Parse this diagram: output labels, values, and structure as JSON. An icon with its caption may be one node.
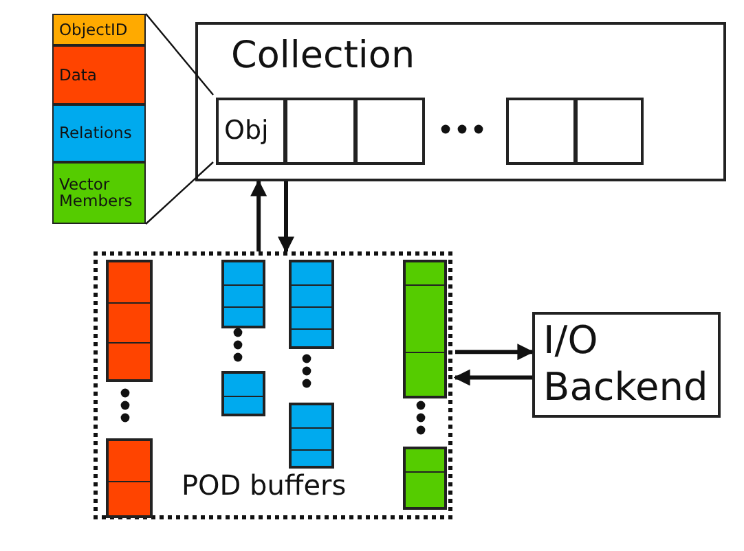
{
  "diagram": {
    "nodes": [
      {
        "text": [],
        "shape": "box"
      },
      {
        "text": [
          "ObjectID"
        ],
        "in": 0
      },
      {
        "text": [
          "Data"
        ],
        "in": 0
      },
      {
        "text": [
          "Relations"
        ],
        "in": 0
      },
      {
        "text": [
          "Vector Members"
        ],
        "in": 0
      },
      {
        "text": [
          "Collection"
        ]
      },
      {
        "text": [
          "Obj"
        ],
        "in": 5
      },
      {
        "text": [],
        "shape": "box",
        "in": 5
      },
      {
        "text": [],
        "shape": "box",
        "in": 5
      },
      {
        "text": [],
        "shape": "box",
        "in": 5
      },
      {
        "text": [],
        "shape": "box",
        "in": 5
      },
      {
        "text": [
          "POD buffers"
        ]
      },
      {
        "text": [],
        "shape": "bar",
        "in": 11
      },
      {
        "text": [],
        "shape": "bar",
        "in": 11
      },
      {
        "text": [],
        "shape": "bar",
        "in": 11
      },
      {
        "text": [],
        "shape": "bar",
        "in": 11
      },
      {
        "text": [],
        "shape": "bar",
        "in": 11
      },
      {
        "text": [],
        "shape": "bar",
        "in": 11
      },
      {
        "text": [],
        "shape": "bar",
        "in": 11
      },
      {
        "text": [],
        "shape": "bar",
        "in": 11
      },
      {
        "text": [
          "I/O Backend"
        ]
      }
    ],
    "edges": [
      {
        "from": 0,
        "to": 6,
        "arrow": "none"
      },
      {
        "from": 0,
        "to": 6,
        "arrow": "none"
      },
      {
        "from": 11,
        "to": 5,
        "arrow": "to"
      },
      {
        "from": 5,
        "to": 11,
        "arrow": "to"
      },
      {
        "from": 11,
        "to": 20,
        "arrow": "to"
      },
      {
        "from": 20,
        "to": 11,
        "arrow": "to"
      }
    ]
  }
}
